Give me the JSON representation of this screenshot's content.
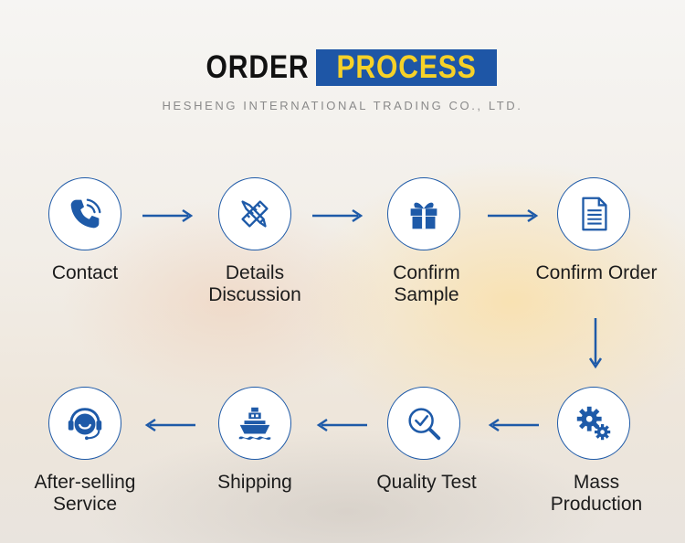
{
  "header": {
    "title_black": "ORDER",
    "title_blue": "PROCESS",
    "subtitle": "HESHENG INTERNATIONAL TRADING CO., LTD."
  },
  "steps": [
    {
      "label": "Contact",
      "icon": "phone-icon"
    },
    {
      "label": "Details Discussion",
      "icon": "pencil-ruler-icon"
    },
    {
      "label": "Confirm Sample",
      "icon": "gift-icon"
    },
    {
      "label": "Confirm Order",
      "icon": "document-icon"
    },
    {
      "label": "Mass Production",
      "icon": "gears-icon"
    },
    {
      "label": "Quality Test",
      "icon": "magnifier-check-icon"
    },
    {
      "label": "Shipping",
      "icon": "ship-icon"
    },
    {
      "label": "After-selling Service",
      "icon": "headset-icon"
    }
  ],
  "colors": {
    "accent_blue": "#1e56a6",
    "title_yellow": "#f6d128",
    "icon_blue": "#1e5aa8"
  }
}
